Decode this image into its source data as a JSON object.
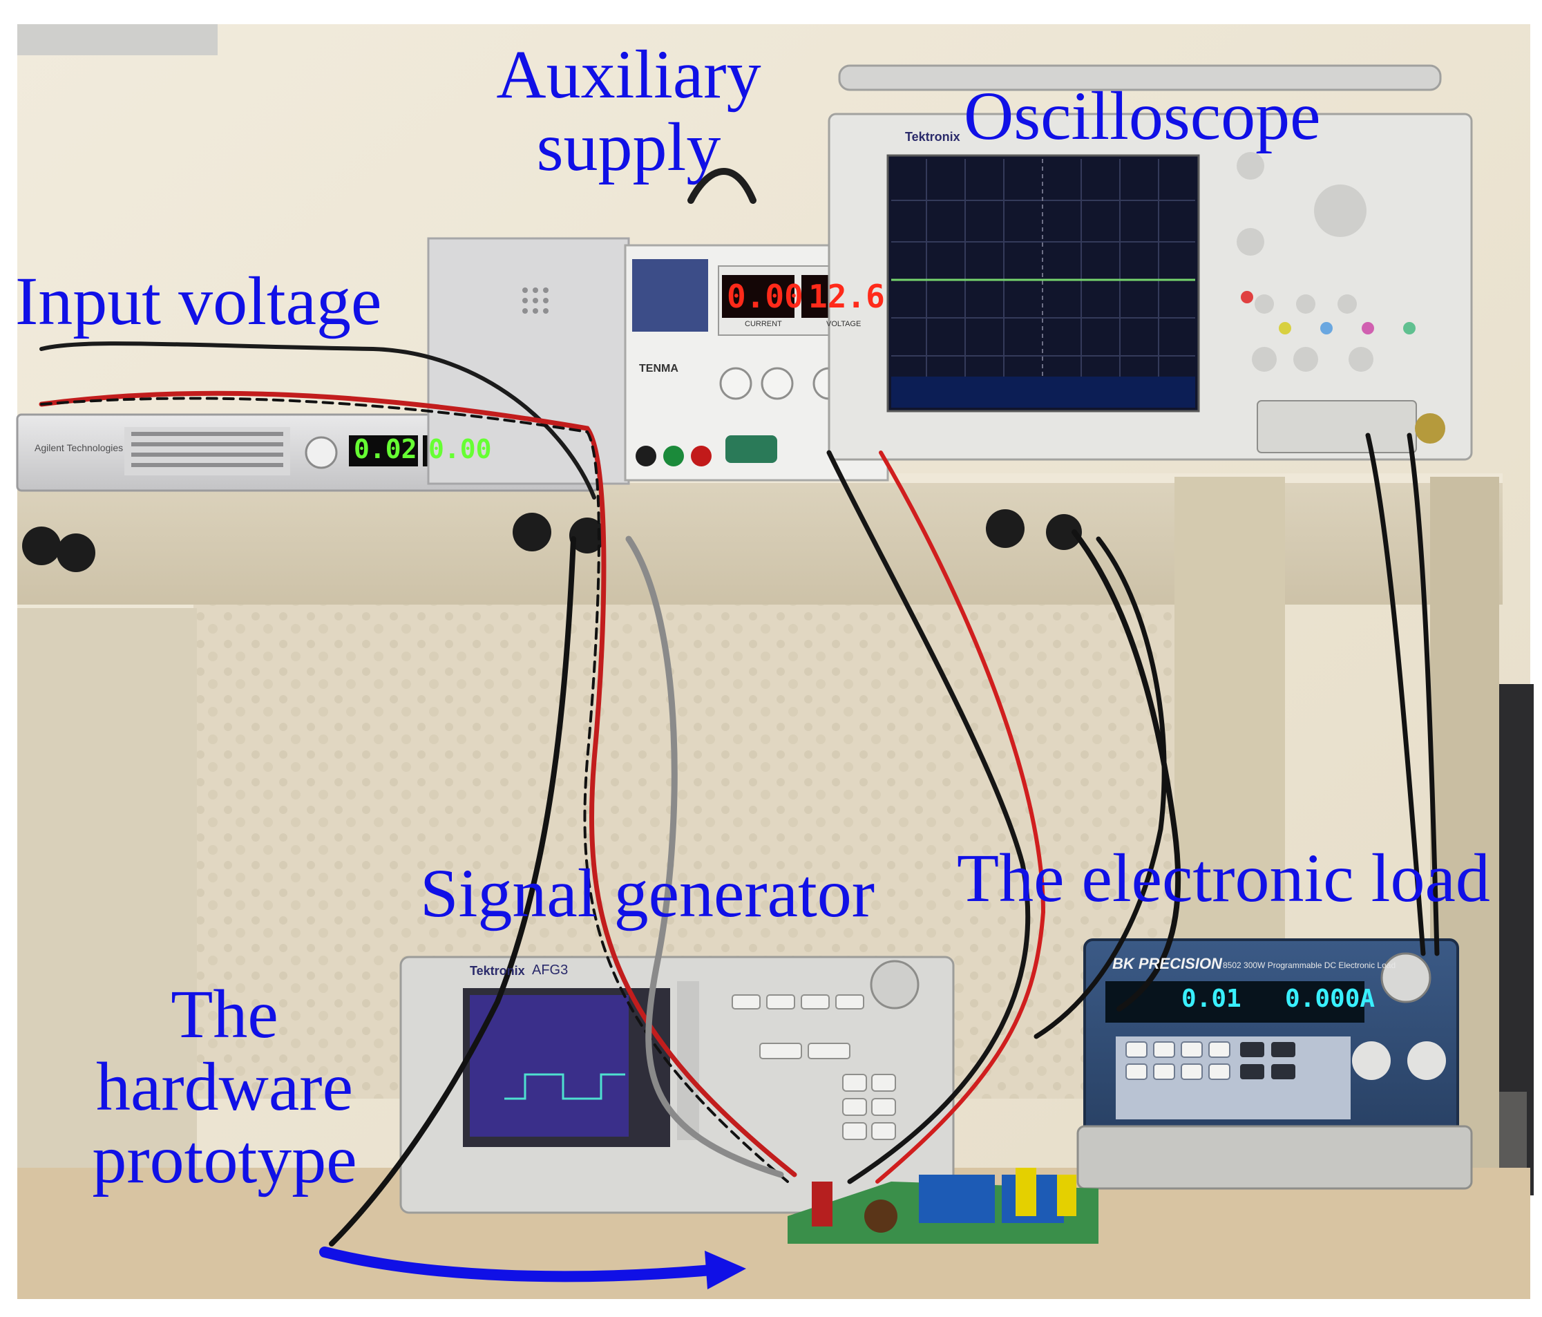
{
  "labels": {
    "auxiliary_supply": [
      "Auxiliary",
      "supply"
    ],
    "oscilloscope": "Oscilloscope",
    "input_voltage": "Input voltage",
    "signal_generator": "Signal generator",
    "electronic_load": "The electronic load",
    "hardware_prototype": [
      "The",
      "hardware",
      "prototype"
    ]
  },
  "instruments": {
    "dc_supply": {
      "brand": "Agilent Technologies",
      "volts": "0.02",
      "amps": "0.00"
    },
    "aux_supply": {
      "brand": "TENMA",
      "current": "0.00",
      "voltage": "12.6",
      "current_label": "CURRENT",
      "voltage_label": "VOLTAGE"
    },
    "scope": {
      "brand": "Tektronix"
    },
    "siggen": {
      "brand": "Tektronix",
      "model": "AFG3"
    },
    "eload": {
      "brand": "BK PRECISION",
      "desc": "8502  300W Programmable DC Electronic Load",
      "v": "0.01",
      "a": "0.000A"
    }
  },
  "colors": {
    "label_blue": "#1010e6",
    "wall": "#eee7d6",
    "shelf": "#d6cdb7",
    "red_led": "#ff2a1a",
    "green_led": "#66ff33",
    "cyan_led": "#39f0ff"
  }
}
